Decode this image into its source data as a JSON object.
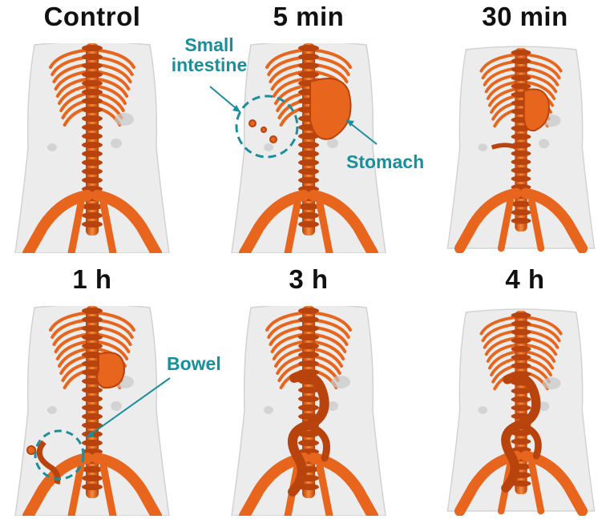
{
  "panels": [
    {
      "label": "Control",
      "contrast": "none"
    },
    {
      "label": "5 min",
      "contrast": "stomach"
    },
    {
      "label": "30 min",
      "contrast": "stomach-small"
    },
    {
      "label": "1 h",
      "contrast": "bowel"
    },
    {
      "label": "3 h",
      "contrast": "colon"
    },
    {
      "label": "4 h",
      "contrast": "colon"
    }
  ],
  "annotations": {
    "small_intestine": "Small\nintestine",
    "stomach": "Stomach",
    "bowel": "Bowel"
  },
  "colors": {
    "bone": "#e8651e",
    "bone_dark": "#b8430c",
    "annotation": "#1a8f9c",
    "body": "#ececec"
  }
}
